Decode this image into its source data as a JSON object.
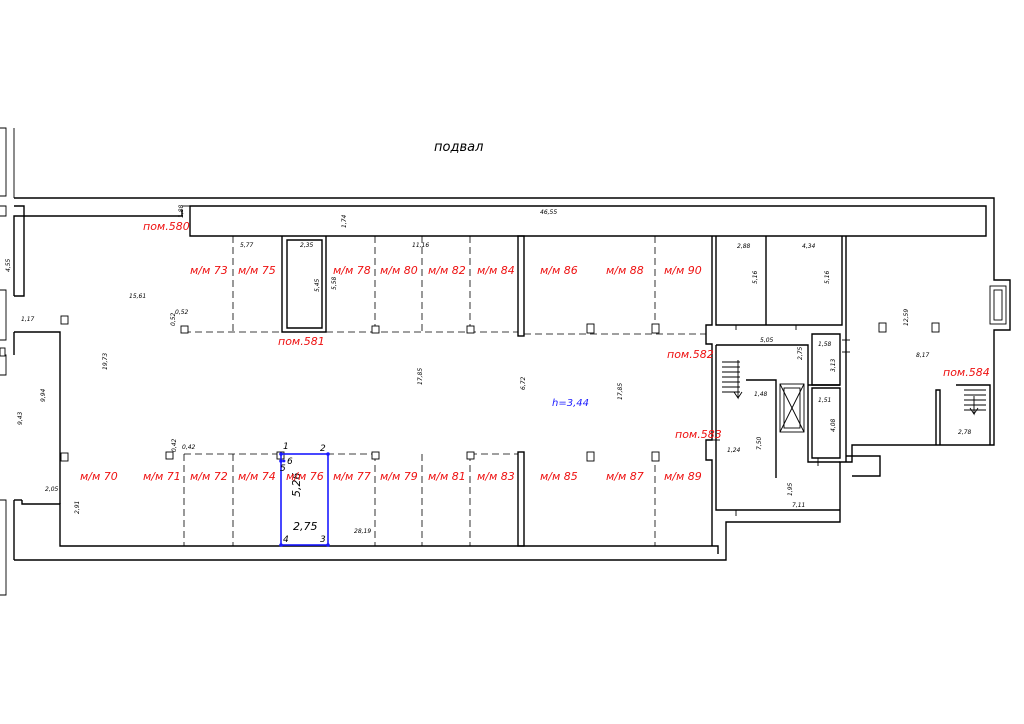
{
  "title": "подвал",
  "height_label": "h=3,44",
  "rooms": {
    "r580": "пом.580",
    "r581": "пом.581",
    "r582": "пом.582",
    "r583": "пом.583",
    "r584": "пом.584"
  },
  "spots_top": [
    "м/м 73",
    "м/м 75",
    "м/м 78",
    "м/м 80",
    "м/м 82",
    "м/м 84",
    "м/м 86",
    "м/м 88",
    "м/м 90"
  ],
  "spots_bottom": [
    "м/м 70",
    "м/м 71",
    "м/м 72",
    "м/м 74",
    "м/м 76",
    "м/м 77",
    "м/м 79",
    "м/м 81",
    "м/м 83",
    "м/м 85",
    "м/м 87",
    "м/м 89"
  ],
  "selected": {
    "points": [
      "1",
      "2",
      "3",
      "4",
      "5",
      "6"
    ],
    "length": "5,26",
    "width": "2,75"
  },
  "dimensions": [
    "46,55",
    "1,88",
    "1,74",
    "5,77",
    "2,35",
    "11,16",
    "2,88",
    "4,34",
    "4,55",
    "15,61",
    "1,17",
    "0,52",
    "0,52",
    "5,45",
    "5,58",
    "5,16",
    "5,16",
    "12,59",
    "5,05",
    "2,75",
    "1,58",
    "3,13",
    "1,48",
    "1,51",
    "4,08",
    "8,17",
    "19,73",
    "9,94",
    "9,43",
    "17,85",
    "6,72",
    "17,85",
    "0,42",
    "0,42",
    "2,05",
    "2,91",
    "28,19",
    "1,24",
    "7,50",
    "1,95",
    "7,11",
    "2,78"
  ]
}
